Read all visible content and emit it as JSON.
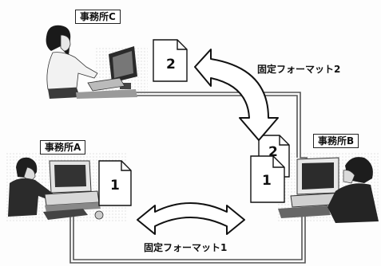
{
  "offices": {
    "c": {
      "label": "事務所C"
    },
    "a": {
      "label": "事務所A"
    },
    "b": {
      "label": "事務所B"
    }
  },
  "formats": {
    "format1": {
      "label": "固定フォーマット1"
    },
    "format2": {
      "label": "固定フォーマット2"
    }
  },
  "documents": {
    "c": {
      "number": "2"
    },
    "a": {
      "number": "1"
    },
    "b_back": {
      "number": "2"
    },
    "b_front": {
      "number": "1"
    }
  },
  "icons": [
    "person-at-computer-icon",
    "document-icon",
    "curved-double-arrow-icon"
  ]
}
